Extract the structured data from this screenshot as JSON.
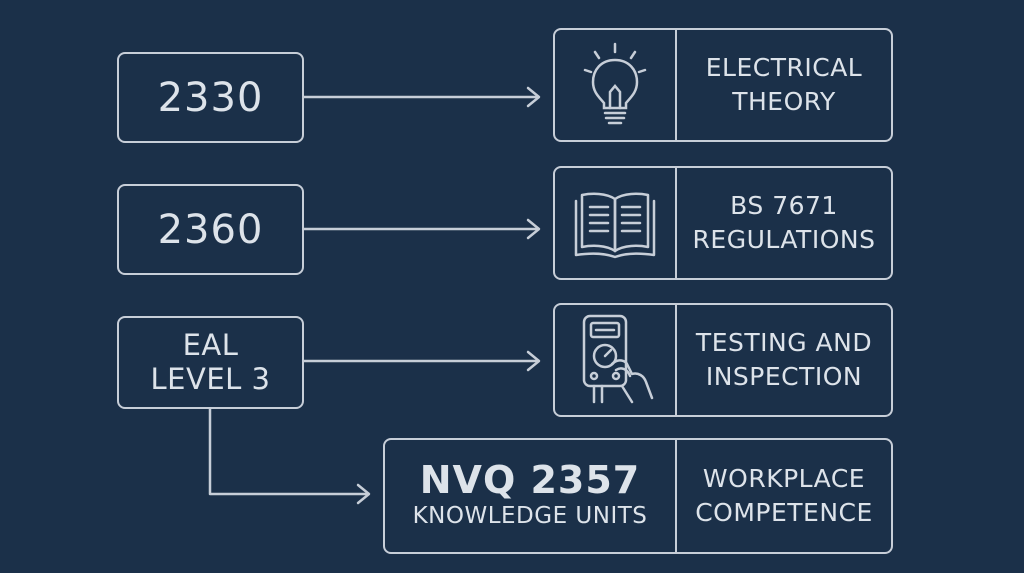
{
  "sources": [
    {
      "code": "2330"
    },
    {
      "code": "2360"
    },
    {
      "line1": "EAL",
      "line2": "LEVEL 3"
    }
  ],
  "targets": [
    {
      "icon": "lightbulb-icon",
      "line1": "ELECTRICAL",
      "line2": "THEORY"
    },
    {
      "icon": "open-book-icon",
      "line1": "BS 7671",
      "line2": "REGULATIONS"
    },
    {
      "icon": "multimeter-icon",
      "line1": "TESTING AND",
      "line2": "INSPECTION"
    }
  ],
  "nvq": {
    "title": "NVQ 2357",
    "subtitle": "KNOWLEDGE UNITS",
    "line1": "WORKPLACE",
    "line2": "COMPETENCE"
  },
  "colors": {
    "background": "#1b3049",
    "stroke": "#c7ced8",
    "text": "#dde3ea"
  }
}
